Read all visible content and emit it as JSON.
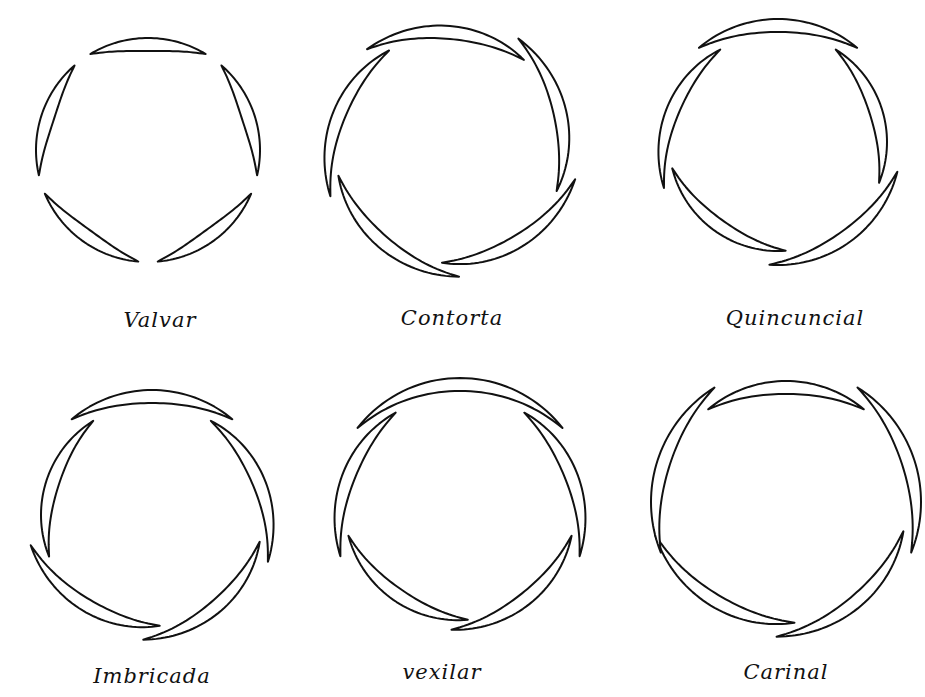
{
  "diagram": {
    "labels": [
      "Valvar",
      "Contorta",
      "Quincuncial",
      "Imbricada",
      "vexilar",
      "Carinal"
    ]
  }
}
